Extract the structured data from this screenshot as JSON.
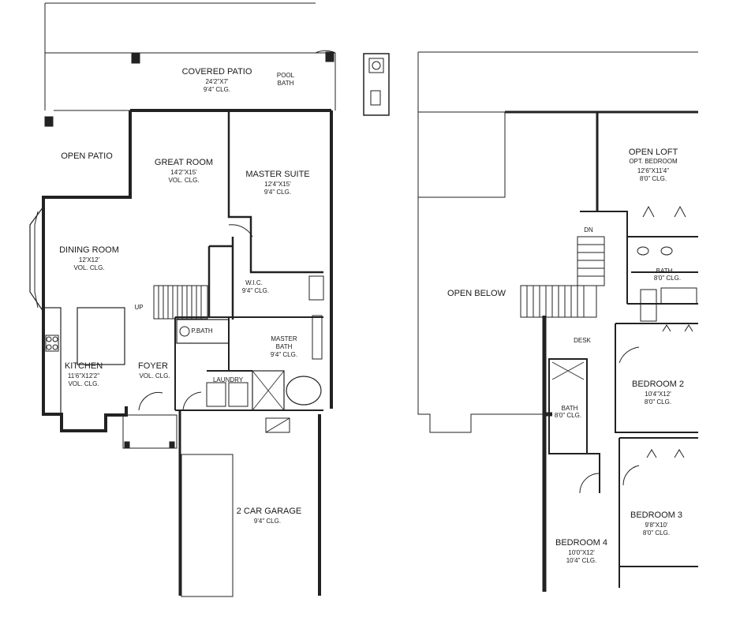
{
  "plan": {
    "covered_patio": {
      "name": "COVERED PATIO",
      "dim": "24'2\"X7'",
      "clg": "9'4\" CLG."
    },
    "pool_bath": {
      "line1": "POOL",
      "line2": "BATH"
    },
    "open_patio": {
      "name": "OPEN PATIO"
    },
    "great_room": {
      "name": "GREAT ROOM",
      "dim": "14'2\"X15'",
      "clg": "VOL. CLG."
    },
    "master_suite": {
      "name": "MASTER SUITE",
      "dim": "12'4\"X15'",
      "clg": "9'4\" CLG."
    },
    "dining_room": {
      "name": "DINING ROOM",
      "dim": "12'X12'",
      "clg": "VOL. CLG."
    },
    "up": "UP",
    "wic": {
      "name": "W.I.C.",
      "clg": "9'4\" CLG."
    },
    "pbath": "P.BATH",
    "master_bath": {
      "name": "MASTER",
      "line2": "BATH",
      "clg": "9'4\" CLG."
    },
    "kitchen": {
      "name": "KITCHEN",
      "dim": "11'6\"X12'2\"",
      "clg": "VOL. CLG."
    },
    "foyer": {
      "name": "FOYER",
      "clg": "VOL. CLG."
    },
    "laundry": "LAUNDRY",
    "garage": {
      "name": "2 CAR GARAGE",
      "clg": "9'4\" CLG."
    },
    "open_loft": {
      "name": "OPEN LOFT",
      "sub": "OPT. BEDROOM",
      "dim": "12'6\"X11'4\"",
      "clg": "8'0\" CLG."
    },
    "dn": "DN",
    "open_below": "OPEN BELOW",
    "bath_upper": {
      "name": "BATH",
      "clg": "8'0\" CLG."
    },
    "desk": "DESK",
    "bedroom2": {
      "name": "BEDROOM 2",
      "dim": "10'4\"X12'",
      "clg": "8'0\" CLG."
    },
    "bath_mid": {
      "name": "BATH",
      "clg": "8'0\" CLG."
    },
    "bedroom3": {
      "name": "BEDROOM 3",
      "dim": "9'8\"X10'",
      "clg": "8'0\" CLG."
    },
    "bedroom4": {
      "name": "BEDROOM 4",
      "dim": "10'0\"X12'",
      "clg": "10'4\" CLG."
    }
  }
}
